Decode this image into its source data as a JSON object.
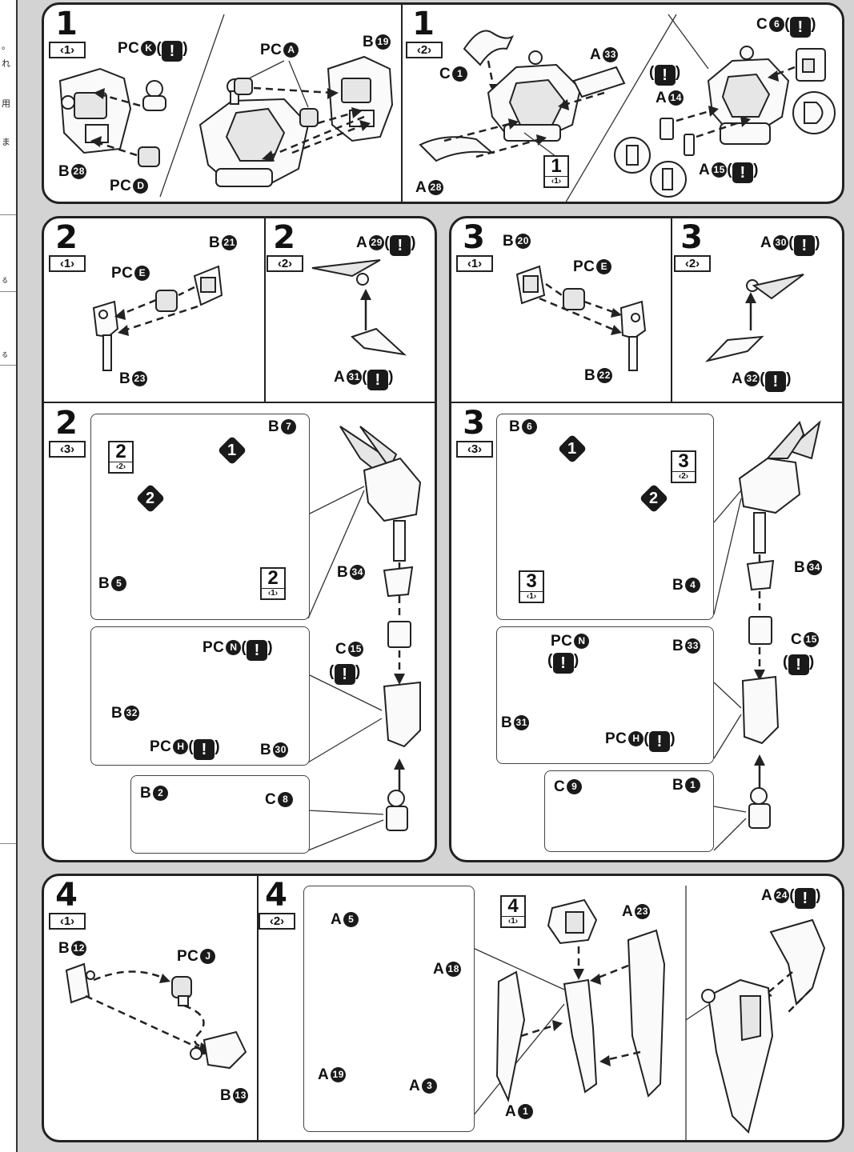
{
  "left_margin_chars": [
    "。",
    "れ",
    "用",
    "ま",
    "る",
    "る"
  ],
  "badge": "!",
  "panel1": {
    "s1": {
      "num": "1",
      "sub": "‹1›",
      "labels": {
        "pck": "PC",
        "pck_c": "K",
        "pca": "PC",
        "pca_c": "A",
        "b19": "B",
        "b19_c": "19",
        "b28": "B",
        "b28_c": "28",
        "pcd": "PC",
        "pcd_c": "D"
      }
    },
    "s2": {
      "num": "1",
      "sub": "‹2›",
      "labels": {
        "c1": "C",
        "c1_c": "1",
        "a33": "A",
        "a33_c": "33",
        "a14": "A",
        "a14_c": "14",
        "a15": "A",
        "a15_c": "15",
        "a28": "A",
        "a28_c": "28",
        "c6": "C",
        "c6_c": "6"
      },
      "ref": {
        "num": "1",
        "sub": "‹1›"
      }
    }
  },
  "panel2": {
    "s1": {
      "num": "2",
      "sub": "‹1›",
      "labels": {
        "b21": "B",
        "b21_c": "21",
        "pce": "PC",
        "pce_c": "E",
        "b23": "B",
        "b23_c": "23"
      }
    },
    "s2": {
      "num": "2",
      "sub": "‹2›",
      "labels": {
        "a29": "A",
        "a29_c": "29",
        "a31": "A",
        "a31_c": "31"
      }
    },
    "s3": {
      "num": "2",
      "sub": "‹3›",
      "labels": {
        "b7": "B",
        "b7_c": "7",
        "b5": "B",
        "b5_c": "5",
        "b34": "B",
        "b34_c": "34",
        "c15": "C",
        "c15_c": "15",
        "pcn": "PC",
        "pcn_c": "N",
        "b32": "B",
        "b32_c": "32",
        "pch": "PC",
        "pch_c": "H",
        "b30": "B",
        "b30_c": "30",
        "b2": "B",
        "b2_c": "2",
        "c8": "C",
        "c8_c": "8"
      },
      "ref_a": {
        "num": "2",
        "sub": "‹2›"
      },
      "ref_b": {
        "num": "2",
        "sub": "‹1›"
      },
      "order": [
        "1",
        "2"
      ]
    }
  },
  "panel3": {
    "s1": {
      "num": "3",
      "sub": "‹1›",
      "labels": {
        "b20": "B",
        "b20_c": "20",
        "pce": "PC",
        "pce_c": "E",
        "b22": "B",
        "b22_c": "22"
      }
    },
    "s2": {
      "num": "3",
      "sub": "‹2›",
      "labels": {
        "a30": "A",
        "a30_c": "30",
        "a32": "A",
        "a32_c": "32"
      }
    },
    "s3": {
      "num": "3",
      "sub": "‹3›",
      "labels": {
        "b6": "B",
        "b6_c": "6",
        "b4": "B",
        "b4_c": "4",
        "b34": "B",
        "b34_c": "34",
        "c15": "C",
        "c15_c": "15",
        "pcn": "PC",
        "pcn_c": "N",
        "b33": "B",
        "b33_c": "33",
        "b31": "B",
        "b31_c": "31",
        "pch": "PC",
        "pch_c": "H",
        "c9": "C",
        "c9_c": "9",
        "b1": "B",
        "b1_c": "1"
      },
      "ref_a": {
        "num": "3",
        "sub": "‹2›"
      },
      "ref_b": {
        "num": "3",
        "sub": "‹1›"
      },
      "order": [
        "1",
        "2"
      ]
    }
  },
  "panel4": {
    "s1": {
      "num": "4",
      "sub": "‹1›",
      "labels": {
        "b12": "B",
        "b12_c": "12",
        "pcj": "PC",
        "pcj_c": "J",
        "b13": "B",
        "b13_c": "13"
      }
    },
    "s2": {
      "num": "4",
      "sub": "‹2›",
      "labels": {
        "a5": "A",
        "a5_c": "5",
        "a18": "A",
        "a18_c": "18",
        "a19": "A",
        "a19_c": "19",
        "a3": "A",
        "a3_c": "3",
        "a23": "A",
        "a23_c": "23",
        "a1": "A",
        "a1_c": "1",
        "a24": "A",
        "a24_c": "24"
      },
      "ref": {
        "num": "4",
        "sub": "‹1›"
      }
    }
  }
}
